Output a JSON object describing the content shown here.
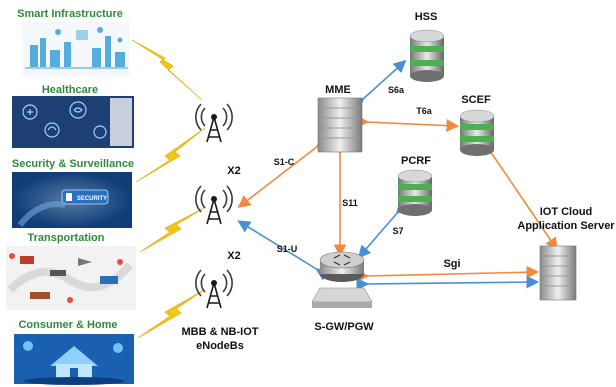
{
  "categories": [
    {
      "label": "Smart Infrastructure"
    },
    {
      "label": "Healthcare"
    },
    {
      "label": "Security & Surveillance"
    },
    {
      "label": "Transportation"
    },
    {
      "label": "Consumer & Home"
    }
  ],
  "panel_texts": {
    "security_overlay": "SECURITY"
  },
  "enodeb_caption": {
    "line1": "MBB & NB-IOT",
    "line2": "eNodeBs"
  },
  "nodes": {
    "hss": "HSS",
    "mme": "MME",
    "scef": "SCEF",
    "pcrf": "PCRF",
    "sgw": "S-GW/PGW",
    "iot_line1": "IOT Cloud",
    "iot_line2": "Application Server"
  },
  "interfaces": {
    "x2_top": "X2",
    "x2_bottom": "X2",
    "s1c": "S1-C",
    "s1u": "S1-U",
    "s6a": "S6a",
    "t6a": "T6a",
    "s11": "S11",
    "s7": "S7",
    "sgi": "Sgi"
  },
  "colors": {
    "category_text": "#2e8b3a",
    "orange_link": "#f08a3c",
    "blue_link": "#4a8fd4",
    "lightning": "#f5c518",
    "server_green": "#4caf50",
    "antenna": "#1a1a1a"
  }
}
